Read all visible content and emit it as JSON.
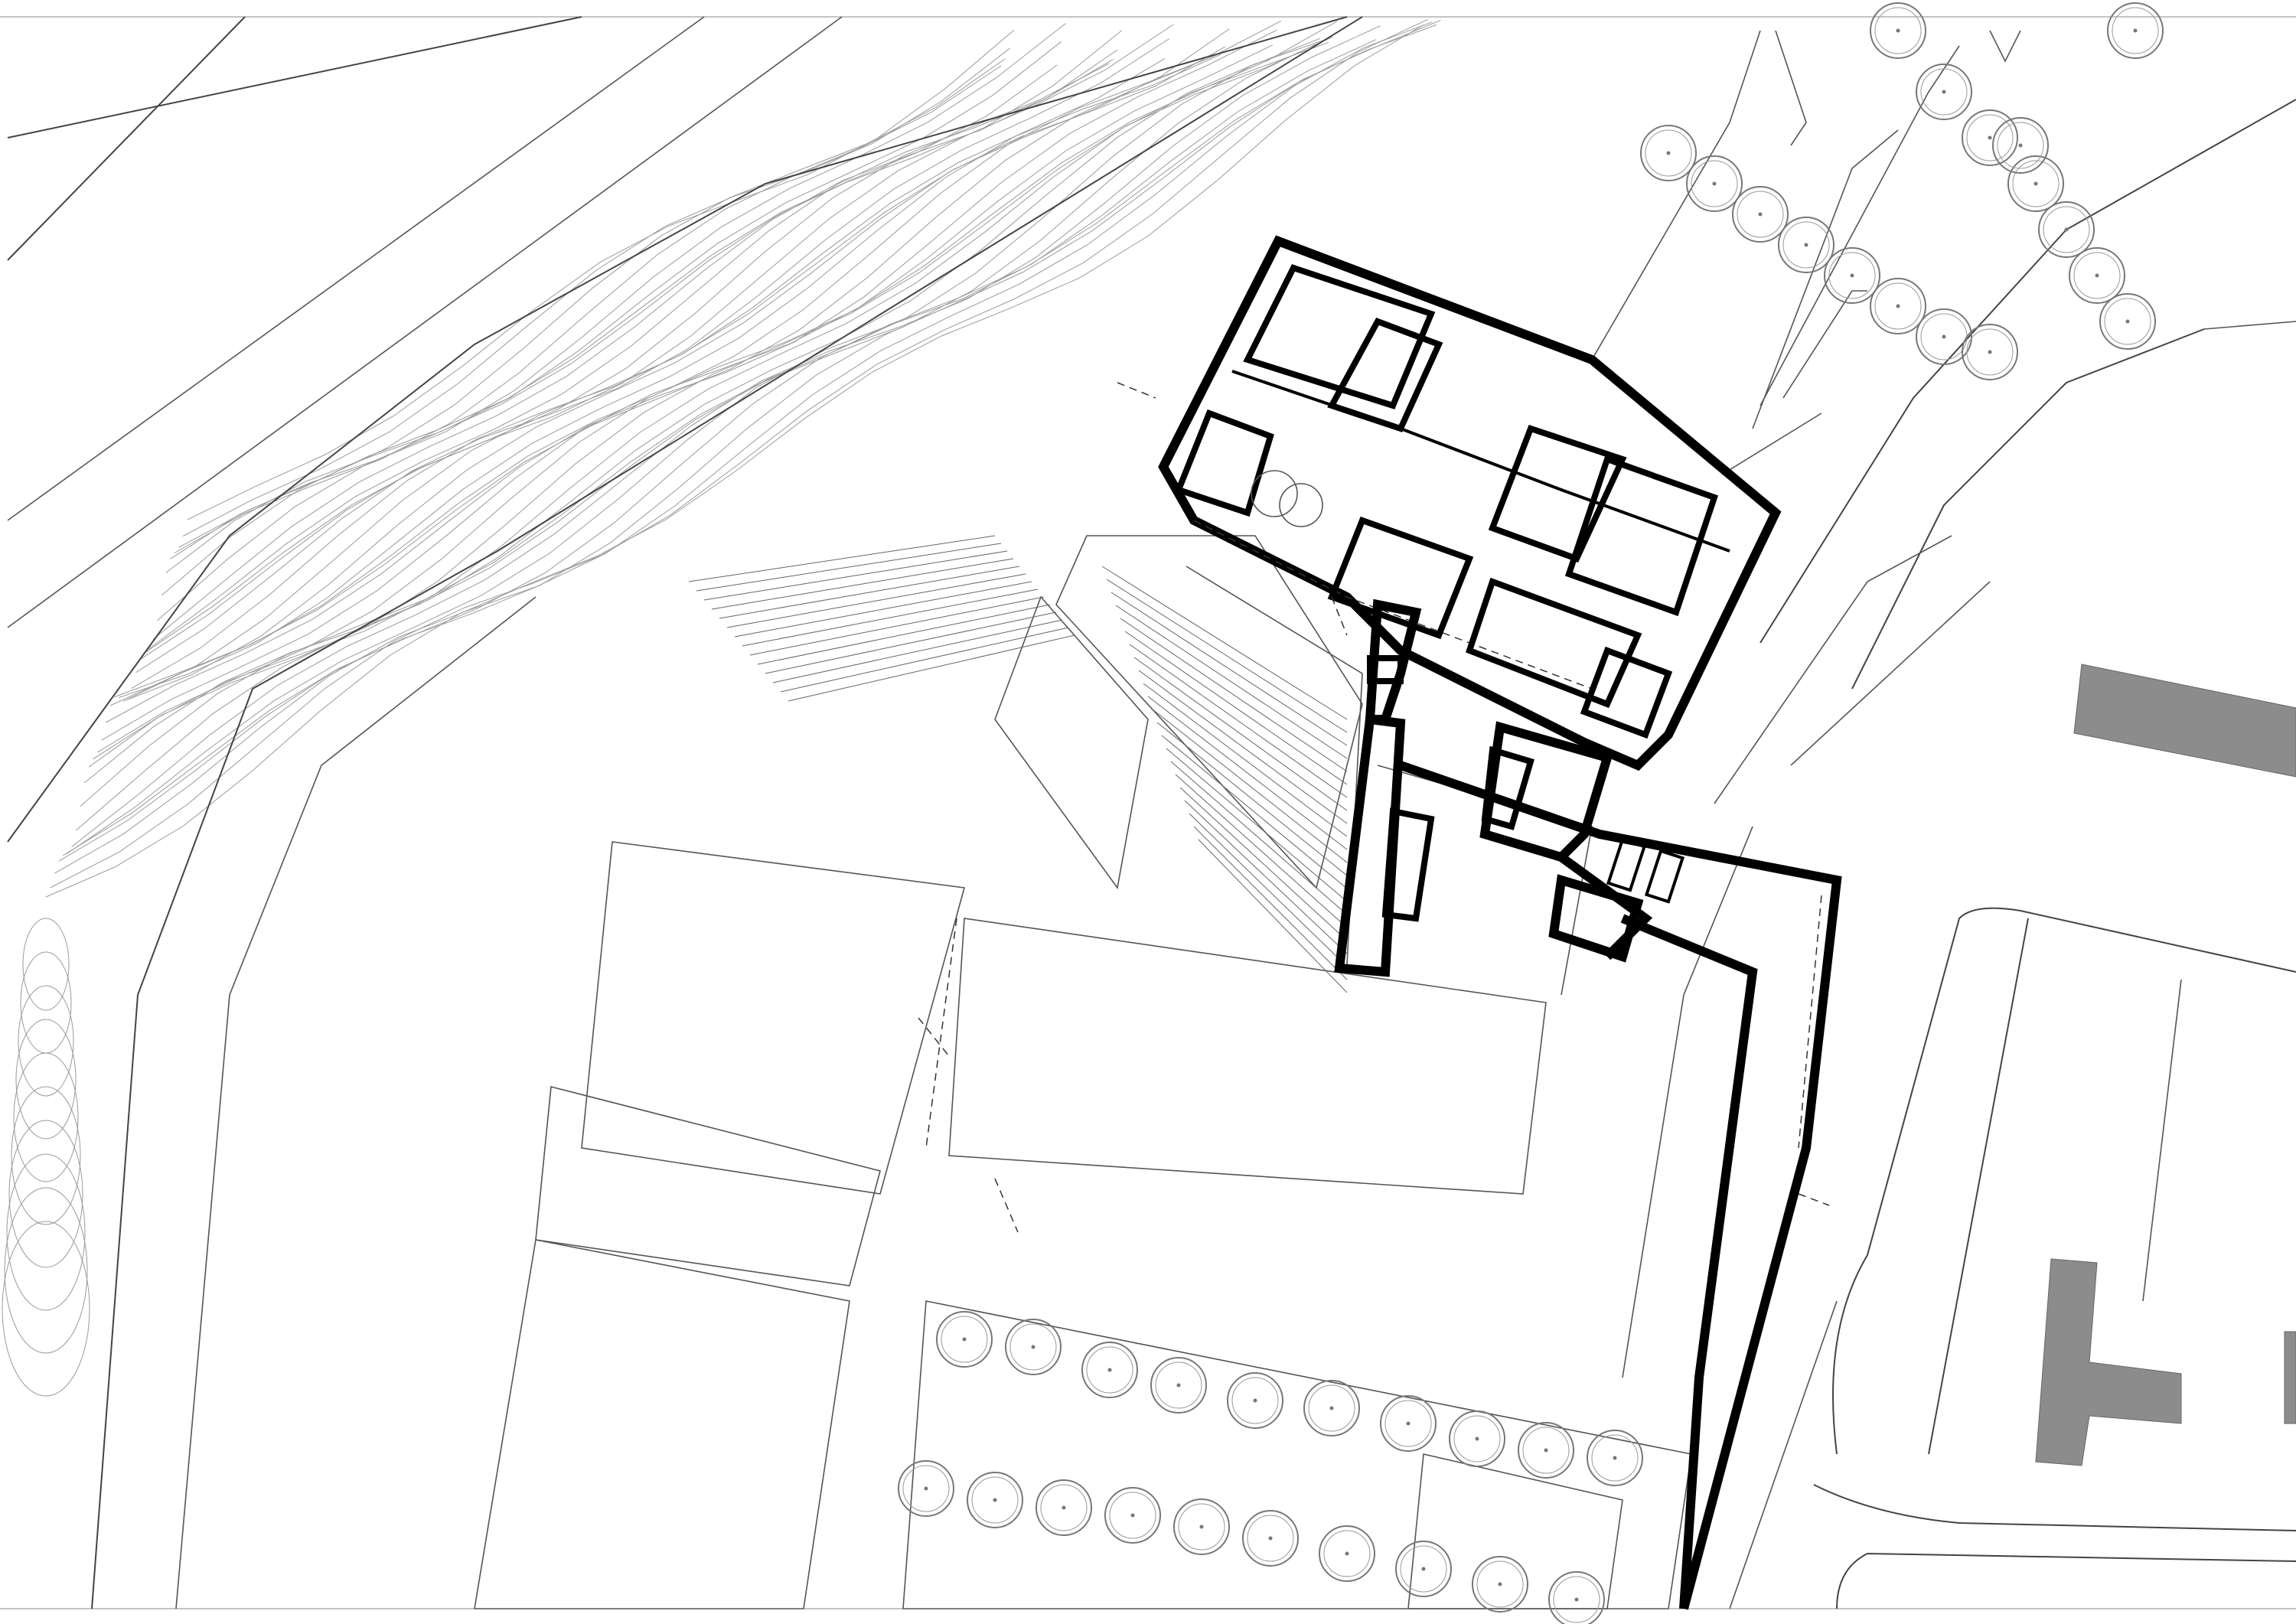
{
  "drawing": {
    "type": "site-plan",
    "colors": {
      "background": "#ffffff",
      "walls": "#000000",
      "lines": "#555555",
      "contours": "#9a9a9a",
      "neighbor_buildings": "#8c8c8c"
    },
    "tree_count_north": 17,
    "tree_count_south": 20
  }
}
